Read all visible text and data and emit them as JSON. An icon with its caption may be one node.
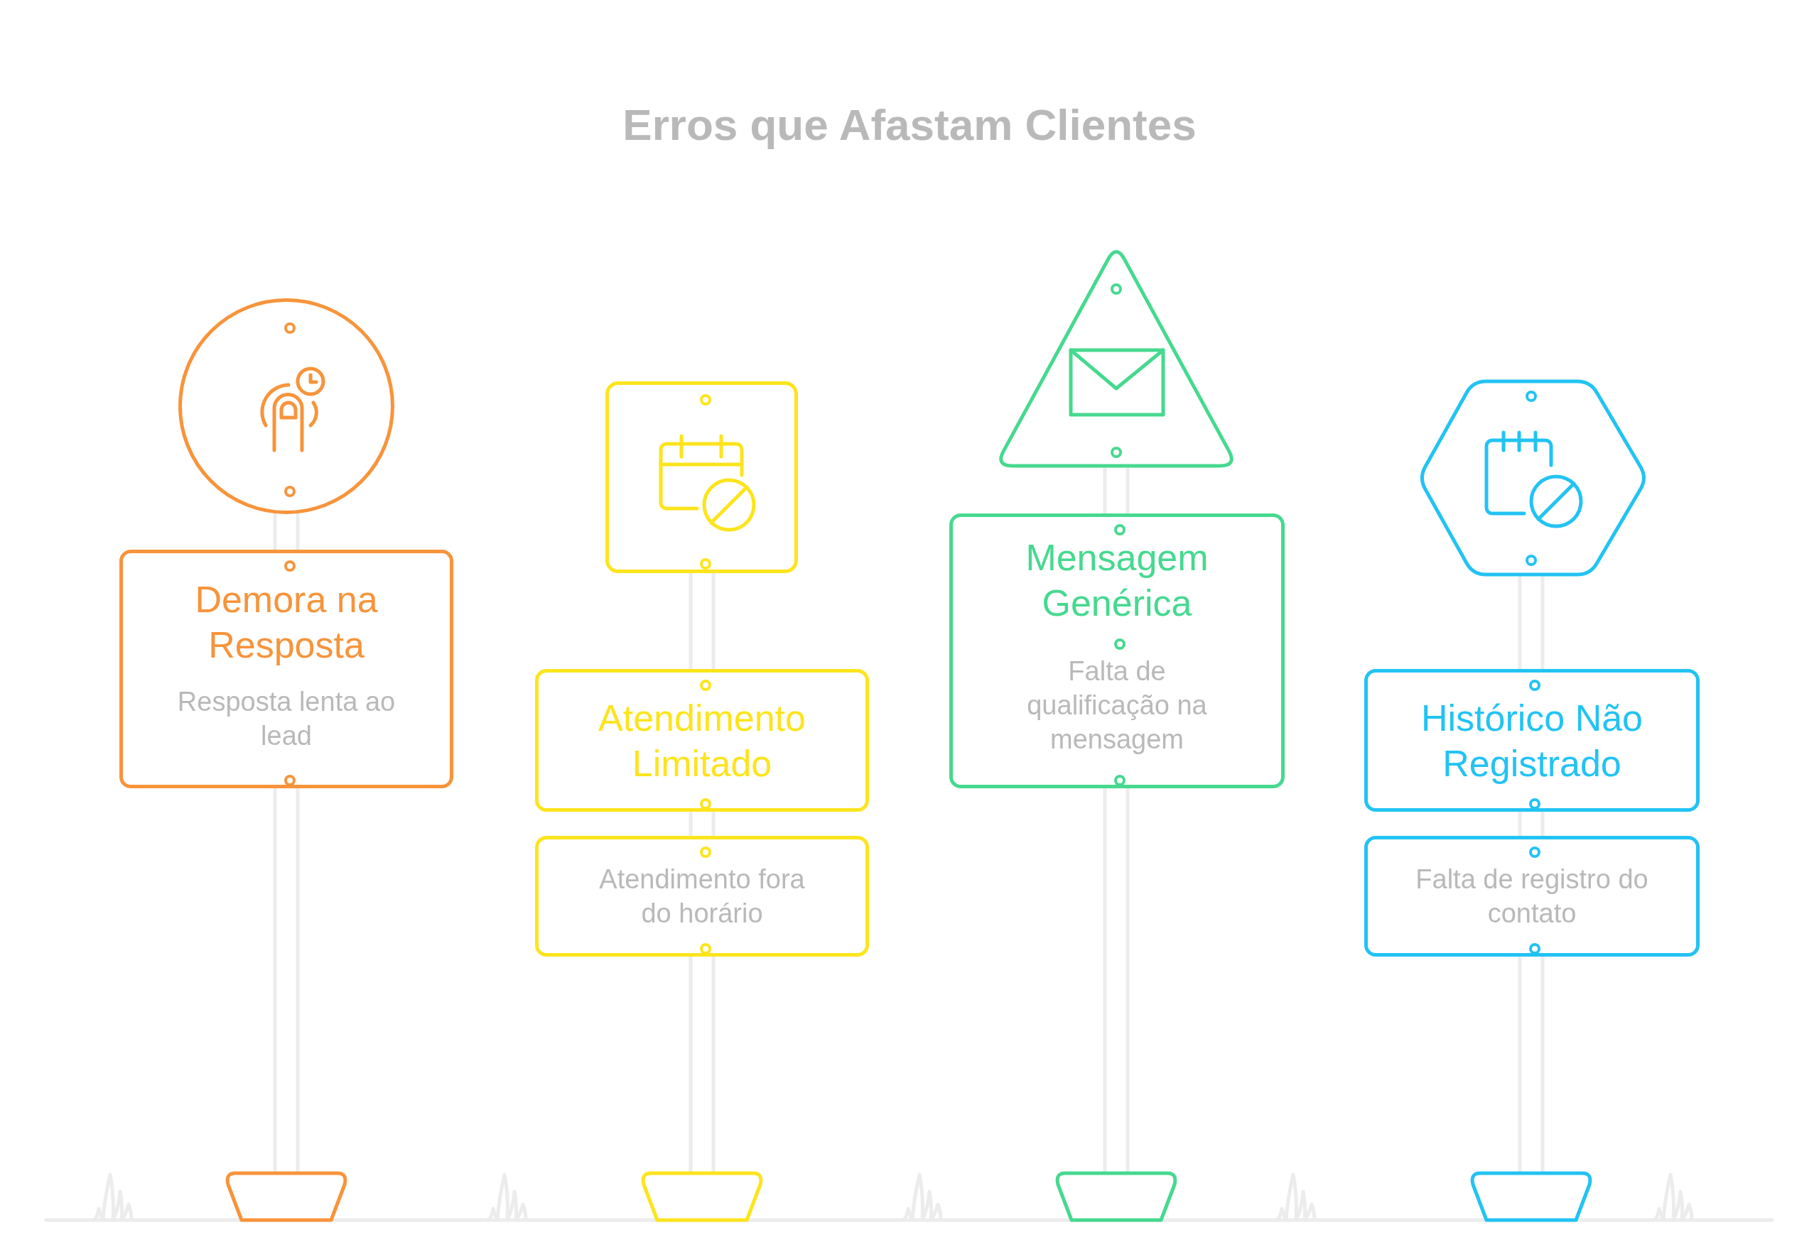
{
  "diagram": {
    "title": "Erros que Afastam Clientes",
    "nodes": [
      {
        "text": [],
        "shape": "circle"
      },
      {
        "text": [
          "Demora na Resposta",
          "Resposta lenta ao lead"
        ]
      },
      {
        "text": [],
        "shape": "box"
      },
      {
        "text": [
          "Atendimento Limitado"
        ]
      },
      {
        "text": [
          "Atendimento fora do horário"
        ]
      },
      {
        "text": [],
        "shape": "triangle"
      },
      {
        "text": [
          "Mensagem Genérica",
          "Falta de qualificação na mensagem"
        ]
      },
      {
        "text": [],
        "shape": "hexagon"
      },
      {
        "text": [
          "Histórico Não Registrado"
        ]
      },
      {
        "text": [
          "Falta de registro do contato"
        ]
      }
    ]
  }
}
